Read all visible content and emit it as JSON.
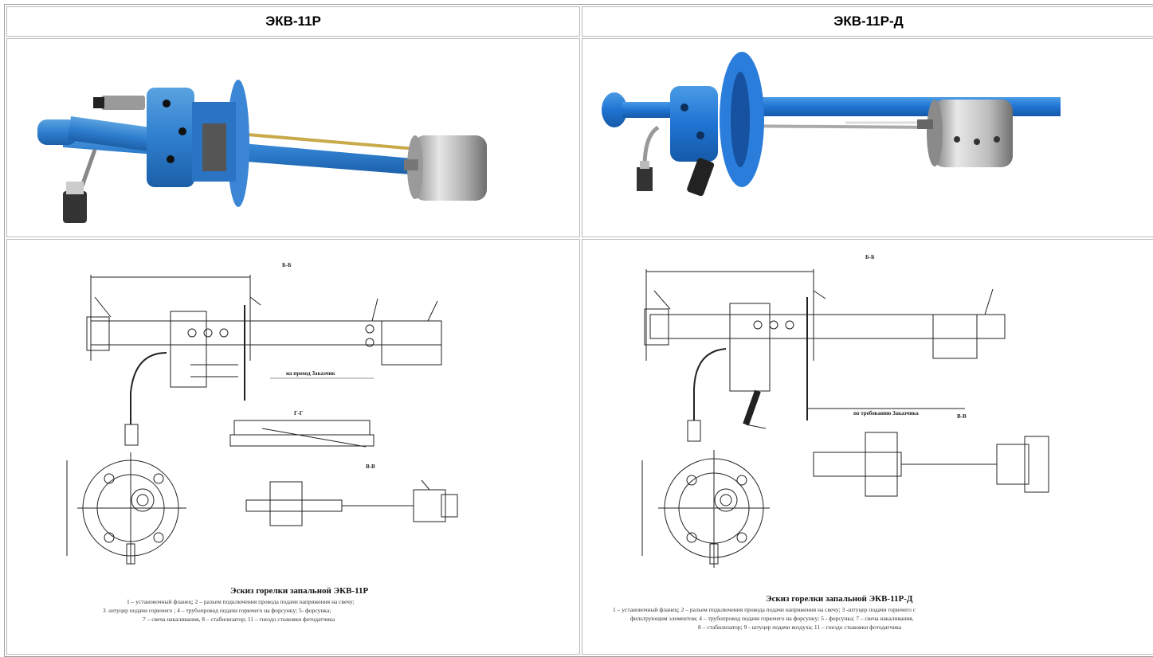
{
  "columns": [
    {
      "model": "ЭКВ-11Р",
      "photo_icon": "igniter-burner-photo",
      "drawing": {
        "section_labels": [
          "Б-Б",
          "Г-Г",
          "В-В"
        ],
        "note": "на проход Заказчик",
        "caption_title": "Эскиз горелки запальной ЭКВ-11Р",
        "caption_lines": [
          "1 – установочный фланец; 2 – разъем подключения провода подачи напряжения на свечу;",
          "3 -штуцер подачи горючего ; 4 – трубопровод подачи горючего на форсунку; 5- форсунка;",
          "7 – свеча накаливания, 8 – стабилизатор; 11 – гнездо стыковки фотодатчика"
        ]
      }
    },
    {
      "model": "ЭКВ-11Р-Д",
      "photo_icon": "igniter-burner-photo",
      "drawing": {
        "section_labels": [
          "Б-Б",
          "В-В"
        ],
        "note": "по требованию Заказчика",
        "caption_title": "Эскиз горелки запальной ЭКВ-11Р-Д",
        "caption_lines": [
          "1 – установочный фланец; 2 – разъем подключения провода подачи напряжения на свечу; 3 -штуцер подачи горючего с",
          "фильтрующим элементом; 4 – трубопровод подачи горючего на форсунку; 5 - форсунка; 7 – свеча накаливания,",
          "8 – стабилизатор; 9 - штуцер подачи воздуха; 11 – гнездо стыковки фотодатчика"
        ]
      }
    }
  ]
}
